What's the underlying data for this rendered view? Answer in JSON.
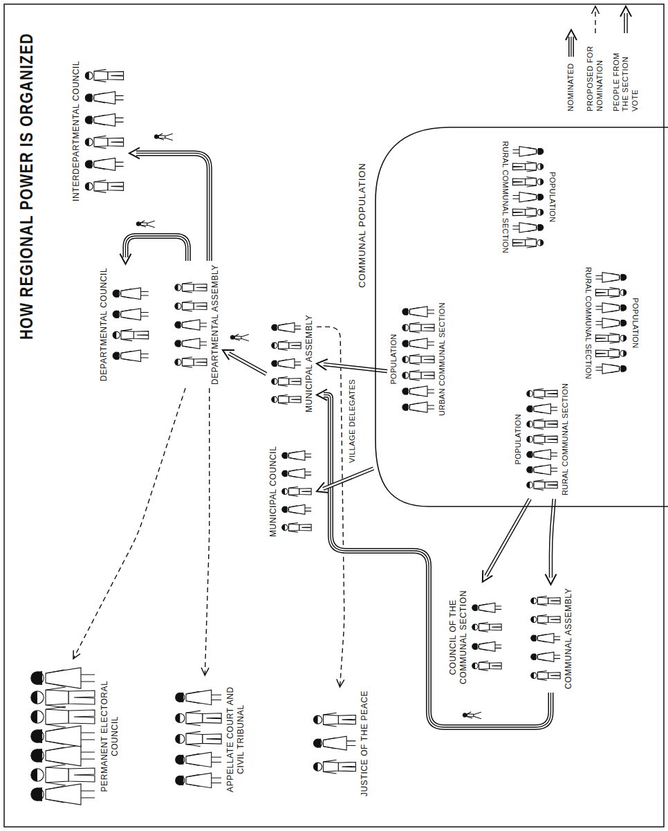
{
  "diagram": {
    "title": "HOW REGIONAL POWER IS ORGANIZED",
    "nodes": [
      {
        "text": [
          "INTERDEPARTMENTAL COUNCIL"
        ]
      },
      {
        "text": [
          "DEPARTMENTAL COUNCIL"
        ]
      },
      {
        "text": [
          "DEPARTMENTAL ASSEMBLY"
        ]
      },
      {
        "text": [
          "COMMUNAL POPULATION"
        ]
      },
      {
        "text": [
          "POPULATION",
          "URBAN COMMUNAL SECTION"
        ],
        "in": 3
      },
      {
        "text": [
          "POPULATION",
          "RURAL COMMUNAL SECTION"
        ],
        "in": 3
      },
      {
        "text": [
          "POPULATION",
          "RURAL COMMUNAL SECTION"
        ],
        "in": 3
      },
      {
        "text": [
          "POPULATION",
          "RURAL COMMUNAL SECTION"
        ],
        "in": 3
      },
      {
        "text": [
          "MUNICIPAL COUNCIL"
        ]
      },
      {
        "text": [
          "MUNICIPAL ASSEMBLY"
        ]
      },
      {
        "text": [
          "PERMANENT ELECTORAL COUNCIL"
        ]
      },
      {
        "text": [
          "APPELLATE COURT AND CIVIL TRIBUNAL"
        ]
      },
      {
        "text": [
          "JUSTICE OF THE PEACE"
        ]
      },
      {
        "text": [
          "COUNCIL OF THE COMMUNAL SECTION"
        ]
      },
      {
        "text": [
          "COMMUNAL ASSEMBLY"
        ]
      }
    ],
    "edges": [
      {
        "from": 9,
        "to": 2,
        "arrow": "to"
      },
      {
        "from": 2,
        "to": 1,
        "arrow": "to"
      },
      {
        "from": 2,
        "to": 0,
        "arrow": "to"
      },
      {
        "from": 2,
        "to": 10,
        "arrow": "to"
      },
      {
        "from": 2,
        "to": 11,
        "arrow": "to"
      },
      {
        "from": 9,
        "to": 12,
        "arrow": "to"
      },
      {
        "from": 14,
        "to": 9,
        "arrow": "to"
      },
      {
        "from": 7,
        "to": 13,
        "arrow": "to"
      },
      {
        "from": 7,
        "to": 14,
        "arrow": "to"
      },
      {
        "from": 4,
        "to": 9,
        "label": "VILLAGE DELEGATES",
        "arrow": "to"
      },
      {
        "from": 3,
        "to": 8,
        "arrow": "to"
      }
    ],
    "legend": [
      {
        "text": "NOMINATED"
      },
      {
        "text": "PROPOSED FOR NOMINATION"
      },
      {
        "text": "PEOPLE FROM THE SECTION VOTE"
      }
    ]
  }
}
